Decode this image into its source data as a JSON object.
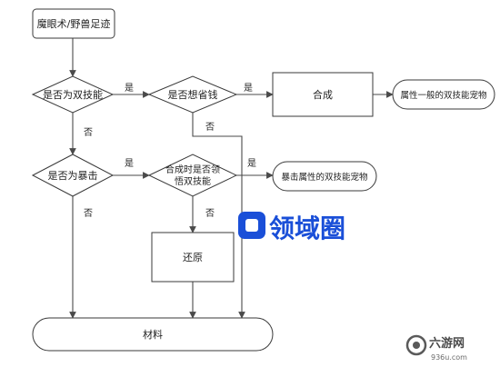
{
  "diagram": {
    "nodes": {
      "start": "魔眼术/野兽足迹",
      "q_dual": "是否为双技能",
      "q_save": "是否想省钱",
      "merge": "合成",
      "result_normal": "属性一般的双技能宠物",
      "q_crit": "是否为暴击",
      "q_merge_dual": [
        "合成时是否领",
        "悟双技能"
      ],
      "result_crit": "暴击属性的双技能宠物",
      "restore": "还原",
      "material": "材料"
    },
    "edge_labels": {
      "yes": "是",
      "no": "否"
    }
  },
  "watermark": {
    "main_text": "领域圈",
    "corner_text": "六游网",
    "corner_sub": "936u.com"
  },
  "colors": {
    "stroke": "#3a3a3a",
    "watermark_blue": "#1a4fd8"
  }
}
